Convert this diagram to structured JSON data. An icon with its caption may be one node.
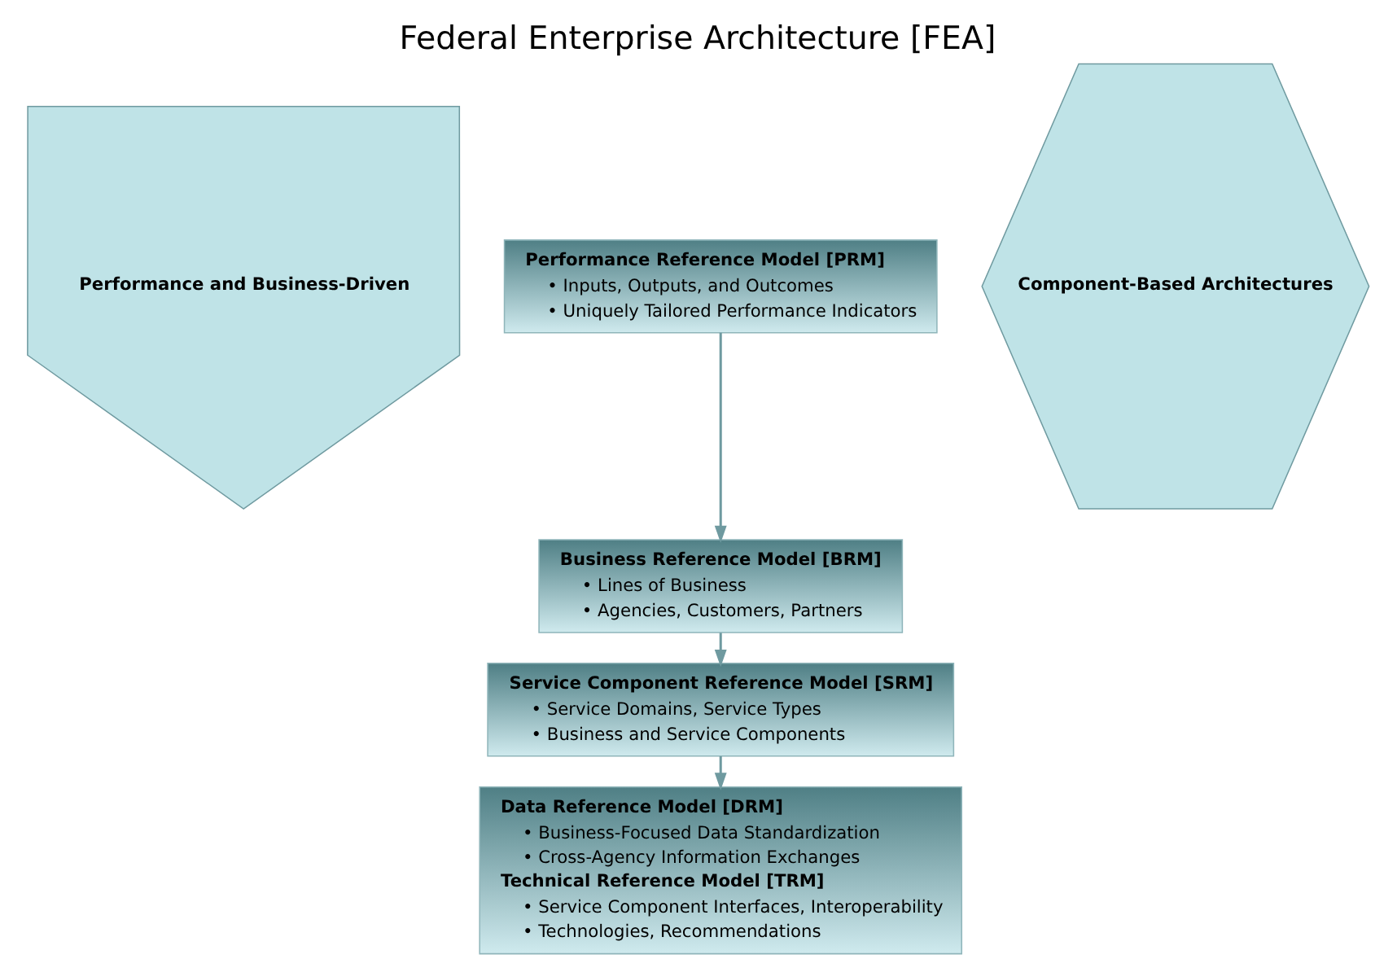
{
  "diagram": {
    "title": "Federal Enterprise Architecture [FEA]",
    "nodes": [
      {
        "text": [
          "Performance Reference Model [PRM]",
          "• Inputs, Outputs, and Outcomes",
          "• Uniquely Tailored Performance Indicators"
        ]
      },
      {
        "text": [
          "Business Reference Model [BRM]",
          "• Lines of Business",
          "• Agencies, Customers, Partners"
        ]
      },
      {
        "text": [
          "Service Component Reference Model [SRM]",
          "• Service Domains, Service Types",
          "• Business and Service Components"
        ]
      },
      {
        "text": [
          "Data Reference Model [DRM]",
          "• Business-Focused Data Standardization",
          "• Cross-Agency Information Exchanges",
          "Technical Reference Model [TRM]",
          "• Service Component Interfaces, Interoperability",
          "• Technologies, Recommendations"
        ]
      },
      {
        "text": [
          "Performance and Business-Driven"
        ]
      },
      {
        "text": [
          "Component-Based Architectures"
        ]
      }
    ],
    "edges": [
      {
        "from": 0,
        "to": 1,
        "arrow": "to"
      },
      {
        "from": 1,
        "to": 2,
        "arrow": "to"
      },
      {
        "from": 2,
        "to": 3,
        "arrow": "to"
      }
    ]
  }
}
